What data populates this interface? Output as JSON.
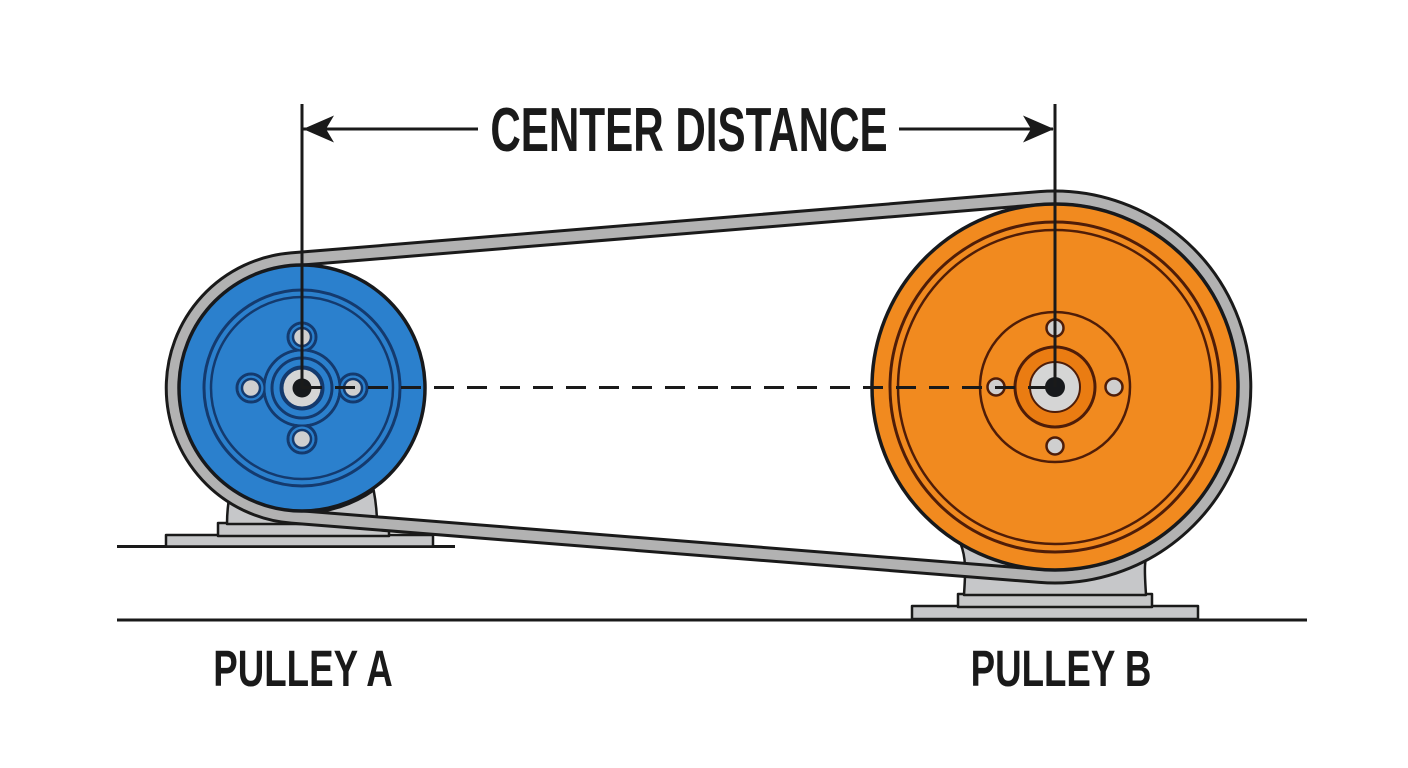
{
  "diagram": {
    "dimension_label": "CENTER DISTANCE",
    "pulley_a_label": "PULLEY A",
    "pulley_b_label": "PULLEY B"
  },
  "colors": {
    "background": "#ffffff",
    "ink": "#1a1a1a",
    "edge-ink": "#17191c",
    "pulley-a-fill": "#2b80cd",
    "pulley-a-line": "#143a6e",
    "pulley-b-fill": "#f18a1f",
    "pulley-b-hub-fill": "#ea7c12",
    "pulley-b-line": "#4f1d08",
    "belt-fill": "#b2b2b2",
    "stand-fill": "#c6c7c9",
    "hub-gray": "#d5d5d5",
    "bolt-gray": "#cfcfcf"
  }
}
